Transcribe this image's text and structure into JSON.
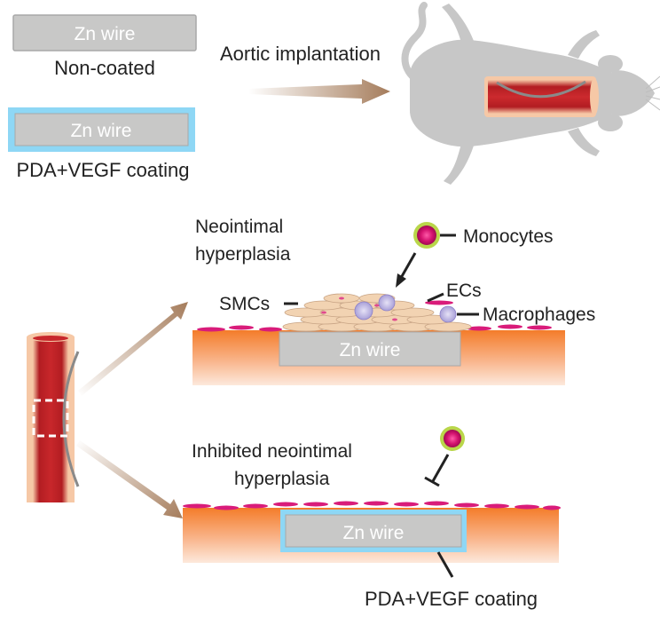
{
  "colors": {
    "wire": "#c8c8c7",
    "wire_stroke": "#9e9e9e",
    "coating": "#7fd0f2",
    "tissue_top": "#f47c2a",
    "tissue_bottom": "#fde8d8",
    "vessel_red": "#b21d22",
    "vessel_wall": "#f6c8a6",
    "mouse": "#c7c7c7",
    "arrow": "#a57c5b",
    "cell_pink": "#d91c7a",
    "smc_fill": "#f2d3b2"
  },
  "legend": {
    "non_coated_wire_label": "Zn wire",
    "non_coated_caption": "Non-coated",
    "coated_wire_label": "Zn wire",
    "coated_caption": "PDA+VEGF coating"
  },
  "implant": {
    "label": "Aortic implantation"
  },
  "upper_panel": {
    "title_line1": "Neointimal",
    "title_line2": "hyperplasia",
    "wire_label": "Zn wire",
    "label_monocytes": "Monocytes",
    "label_ecs": "ECs",
    "label_smcs": "SMCs",
    "label_macrophages": "Macrophages"
  },
  "lower_panel": {
    "title_line1": "Inhibited neointimal",
    "title_line2": "hyperplasia",
    "wire_label": "Zn wire",
    "coating_label": "PDA+VEGF coating"
  }
}
